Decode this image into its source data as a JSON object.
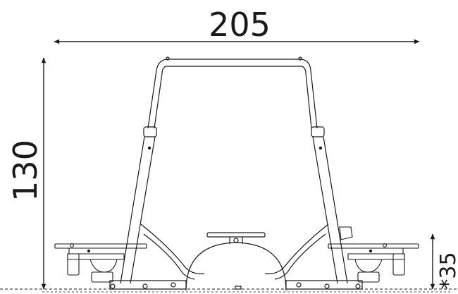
{
  "dimensions": {
    "width_label": "205",
    "height_label": "130",
    "footing_label": "*35"
  },
  "colors": {
    "line": "#1a1a1a",
    "background": "#ffffff"
  }
}
